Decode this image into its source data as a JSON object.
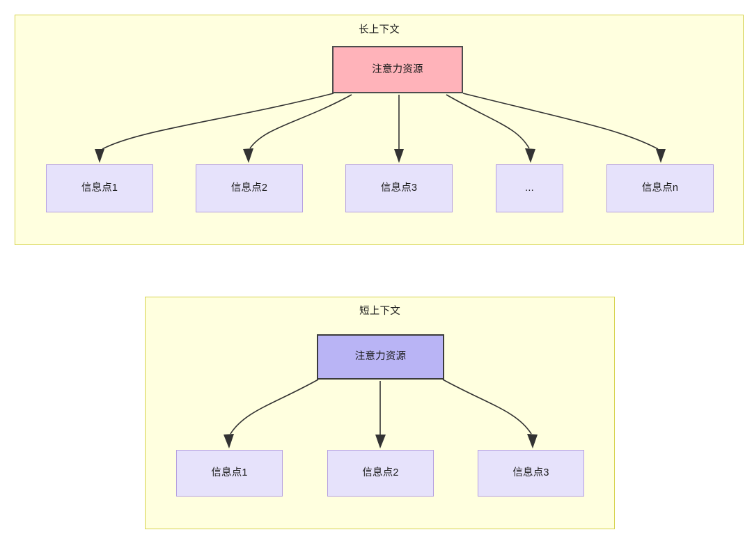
{
  "diagram": {
    "title_visible": false,
    "colors": {
      "group_fill": "#ffffdf",
      "group_border": "#d6d34e",
      "attention_long_fill": "#ffb3ba",
      "attention_long_border": "#4d4d4d",
      "attention_short_fill": "#b9b4f5",
      "attention_short_border": "#3b3b3b",
      "info_fill": "#e6e2fb",
      "info_border": "#b59fe0",
      "edge_stroke": "#333333",
      "text": "#1b1b1b"
    },
    "groups": [
      {
        "id": "long",
        "title": "长上下文",
        "root": {
          "label": "注意力资源"
        },
        "leaves": [
          {
            "label": "信息点1"
          },
          {
            "label": "信息点2"
          },
          {
            "label": "信息点3"
          },
          {
            "label": "..."
          },
          {
            "label": "信息点n"
          }
        ]
      },
      {
        "id": "short",
        "title": "短上下文",
        "root": {
          "label": "注意力资源"
        },
        "leaves": [
          {
            "label": "信息点1"
          },
          {
            "label": "信息点2"
          },
          {
            "label": "信息点3"
          }
        ]
      }
    ]
  }
}
